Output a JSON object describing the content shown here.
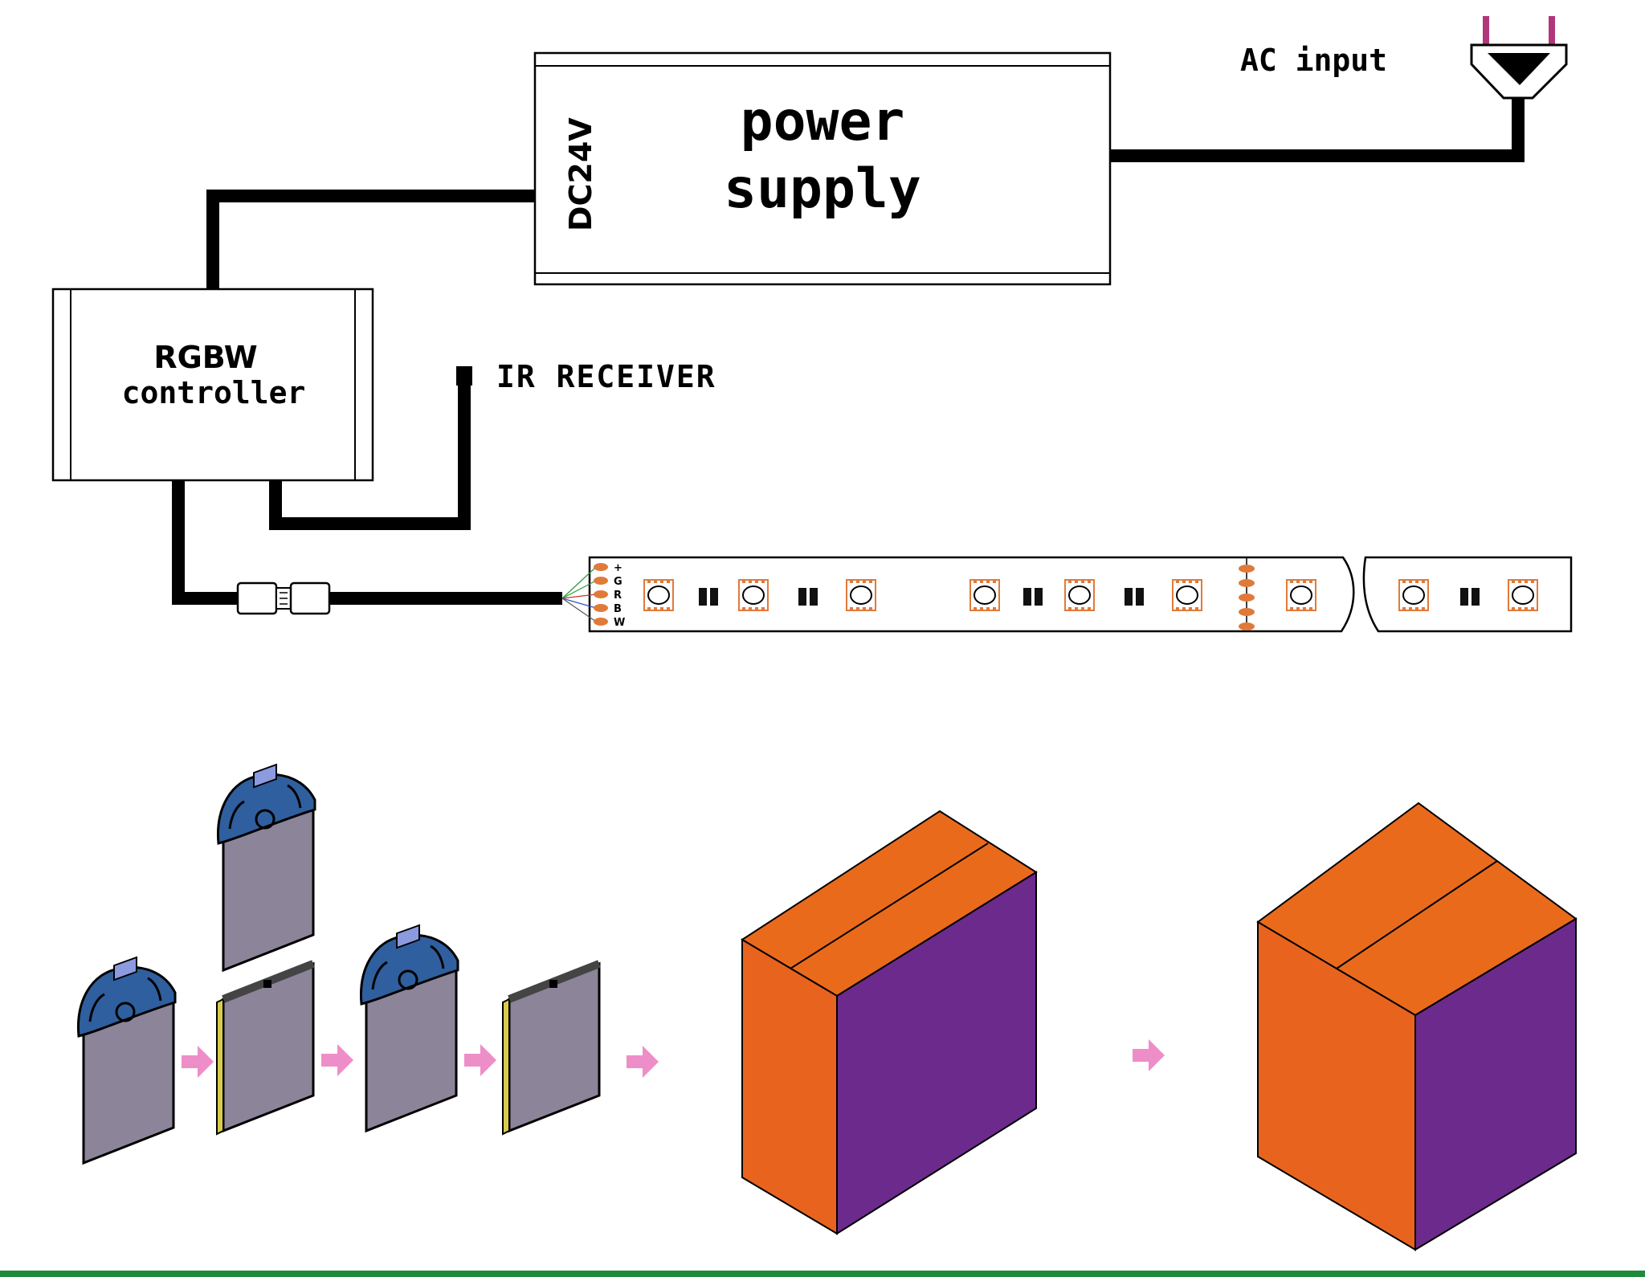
{
  "labels": {
    "power_supply_line1": "power",
    "power_supply_line2": "supply",
    "dc_voltage": "DC24V",
    "ac_input": "AC input",
    "controller_line1": "RGBW",
    "controller_line2": "controller",
    "ir_receiver": "IR RECEIVER",
    "pins": [
      "+",
      "G",
      "R",
      "B",
      "W"
    ]
  },
  "colors": {
    "wire": "#000000",
    "plug_prongs": "#b0387a",
    "led_pad": "#e07a3a",
    "arrow": "#ee8ec8",
    "box_front": "#e8641e",
    "box_side": "#6c2a8c",
    "box_top": "#ea6a1c",
    "reel": "#2f5f9e",
    "card": "#8c8498",
    "footer_bar": "#1f8a3a"
  }
}
